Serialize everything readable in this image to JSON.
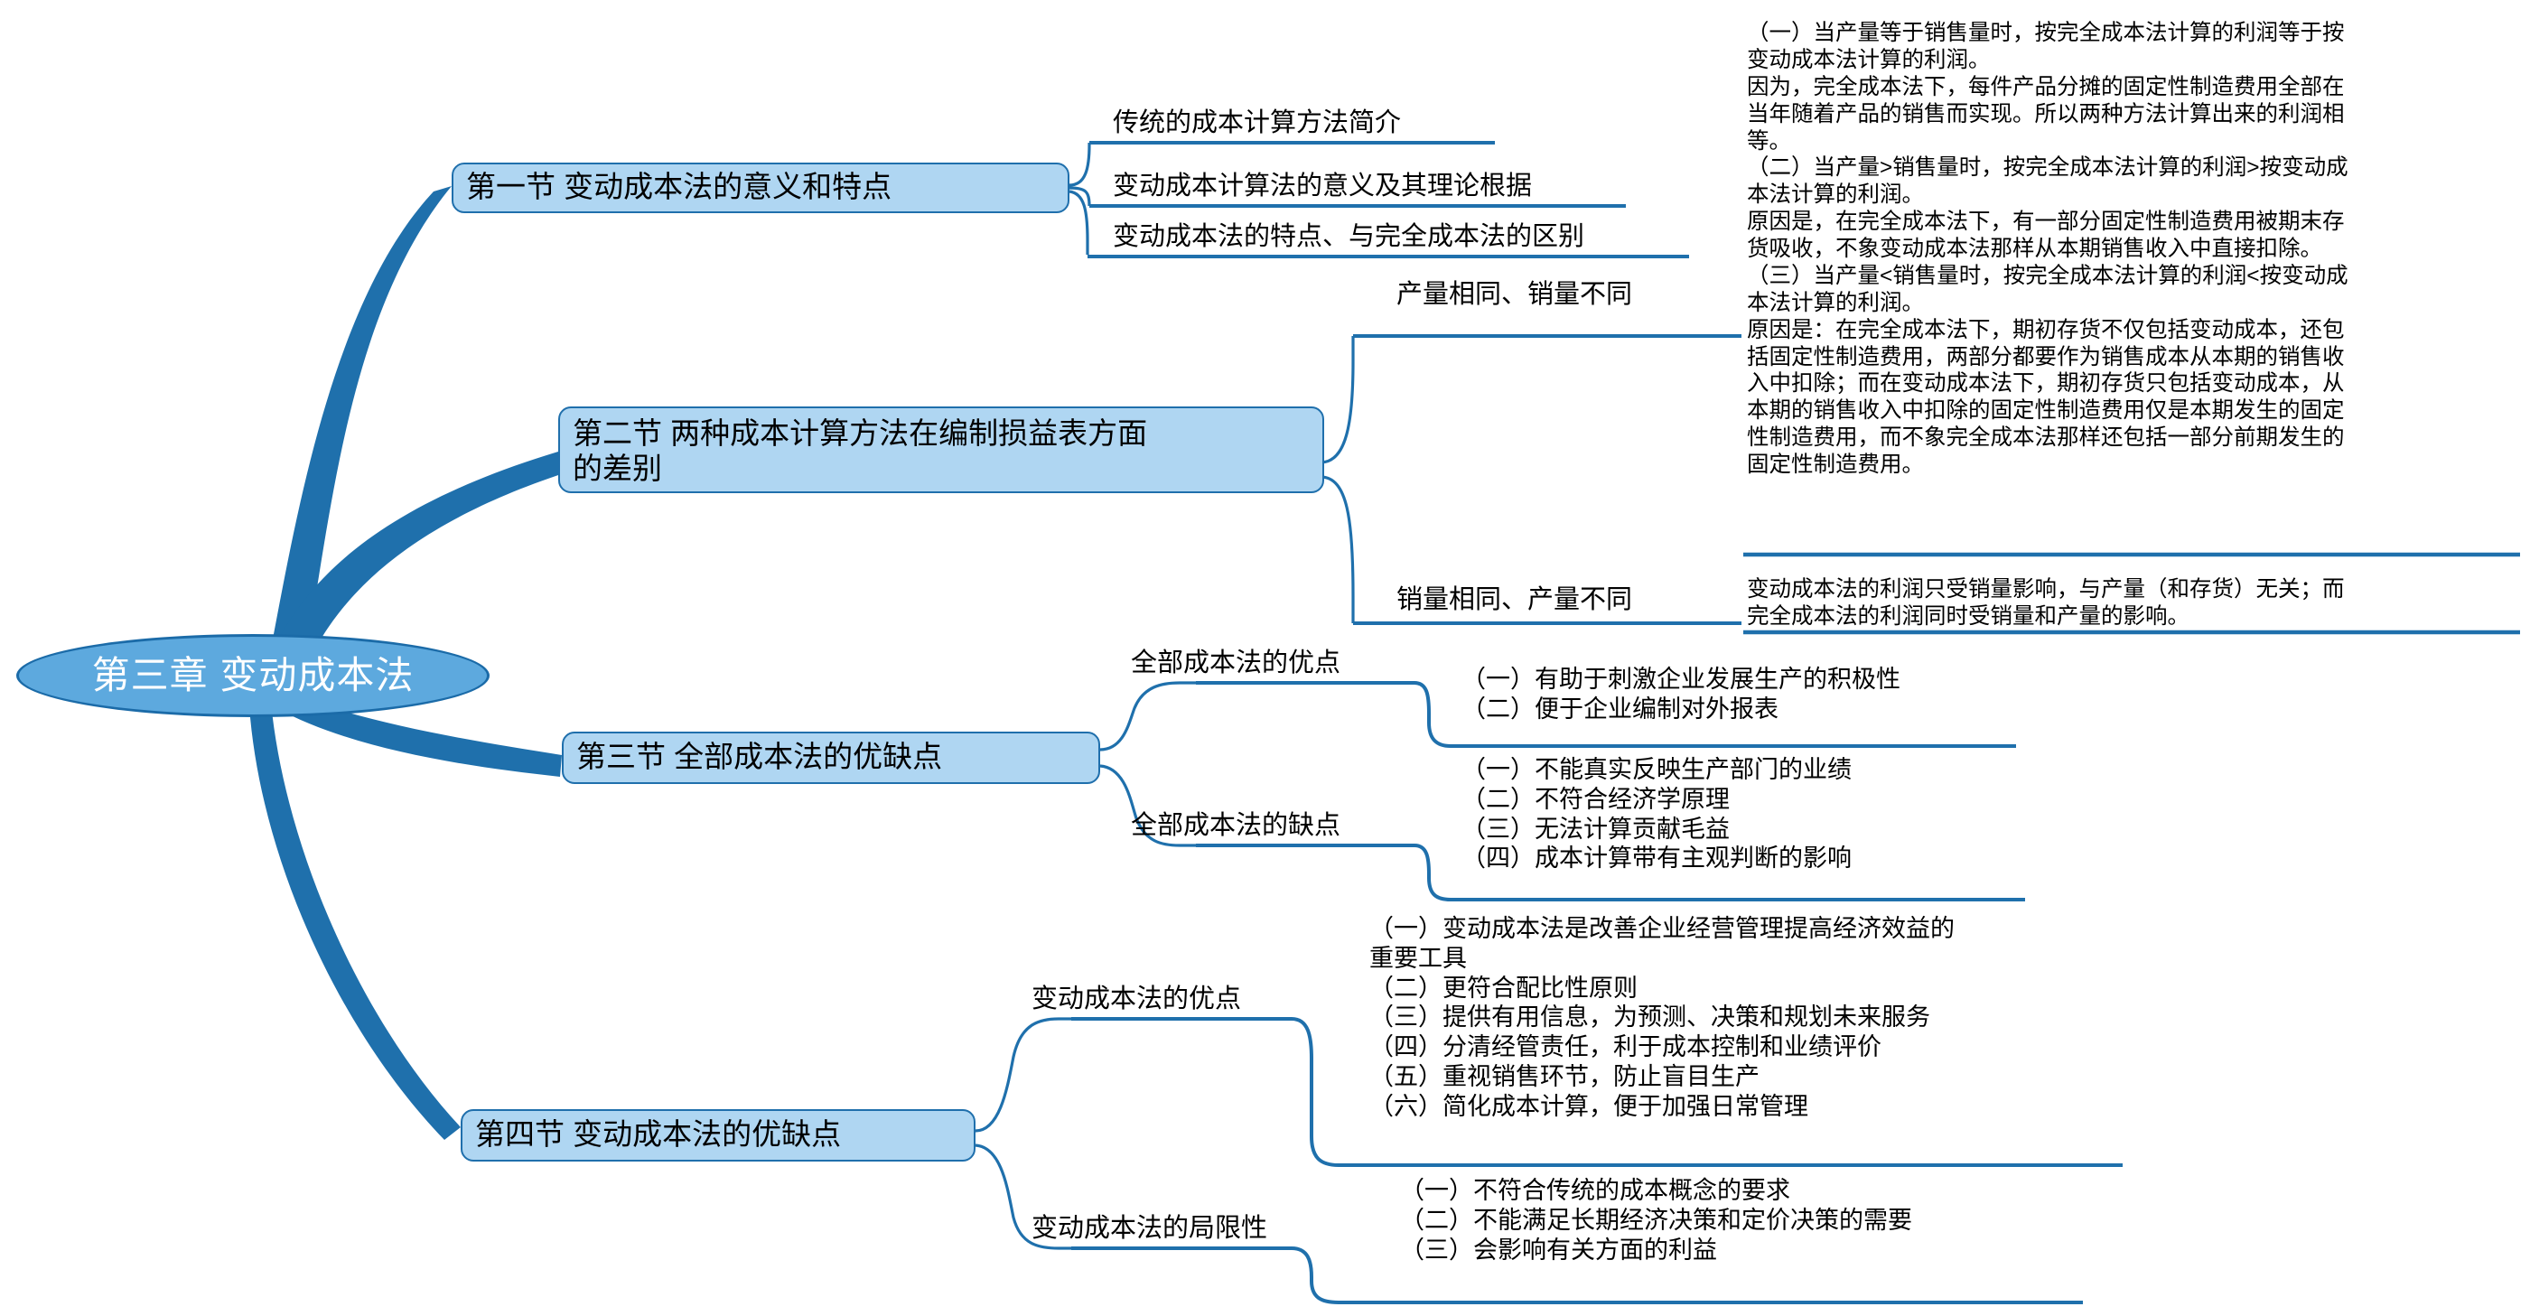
{
  "title": "第三章 变动成本法",
  "colors": {
    "root_fill": "#5DA9DE",
    "root_border": "#1B6BA8",
    "node_fill": "#AFD6F2",
    "node_border": "#1F6FAC",
    "branch": "#1F70AC",
    "text": "#000000",
    "root_text": "#FFFFFF"
  },
  "root": {
    "label": "第三章 变动成本法"
  },
  "sections": [
    {
      "id": "s1",
      "label": "第一节 变动成本法的意义和特点",
      "children": [
        {
          "label": "传统的成本计算方法简介",
          "detail": ""
        },
        {
          "label": "变动成本计算法的意义及其理论根据",
          "detail": ""
        },
        {
          "label": "变动成本法的特点、与完全成本法的区别",
          "detail": ""
        }
      ]
    },
    {
      "id": "s2",
      "label": "第二节 两种成本计算方法在编制损益表方面的差别",
      "label_line1": "第二节 两种成本计算方法在编制损益表方面",
      "label_line2": "的差别",
      "children": [
        {
          "label": "产量相同、销量不同",
          "detail": "（一）当产量等于销售量时，按完全成本法计算的利润等于按\n变动成本法计算的利润。\n因为，完全成本法下，每件产品分摊的固定性制造费用全部在\n当年随着产品的销售而实现。所以两种方法计算出来的利润相\n等。\n（二）当产量>销售量时，按完全成本法计算的利润>按变动成\n本法计算的利润。\n原因是，在完全成本法下，有一部分固定性制造费用被期末存\n货吸收，不象变动成本法那样从本期销售收入中直接扣除。\n（三）当产量<销售量时，按完全成本法计算的利润<按变动成\n本法计算的利润。\n原因是：在完全成本法下，期初存货不仅包括变动成本，还包\n括固定性制造费用，两部分都要作为销售成本从本期的销售收\n入中扣除；而在变动成本法下，期初存货只包括变动成本，从\n本期的销售收入中扣除的固定性制造费用仅是本期发生的固定\n性制造费用，而不象完全成本法那样还包括一部分前期发生的\n固定性制造费用。"
        },
        {
          "label": "销量相同、产量不同",
          "detail": "变动成本法的利润只受销量影响，与产量（和存货）无关；而\n完全成本法的利润同时受销量和产量的影响。"
        }
      ]
    },
    {
      "id": "s3",
      "label": "第三节 全部成本法的优缺点",
      "children": [
        {
          "label": "全部成本法的优点",
          "detail": "（一）有助于刺激企业发展生产的积极性\n（二）便于企业编制对外报表"
        },
        {
          "label": "全部成本法的缺点",
          "detail": "（一）不能真实反映生产部门的业绩\n（二）不符合经济学原理\n（三）无法计算贡献毛益\n（四）成本计算带有主观判断的影响"
        }
      ]
    },
    {
      "id": "s4",
      "label": "第四节 变动成本法的优缺点",
      "children": [
        {
          "label": "变动成本法的优点",
          "detail": "（一）变动成本法是改善企业经营管理提高经济效益的\n重要工具\n（二）更符合配比性原则\n（三）提供有用信息，为预测、决策和规划未来服务\n（四）分清经管责任，利于成本控制和业绩评价\n（五）重视销售环节，防止盲目生产\n（六）简化成本计算，便于加强日常管理"
        },
        {
          "label": "变动成本法的局限性",
          "detail": "（一）不符合传统的成本概念的要求\n（二）不能满足长期经济决策和定价决策的需要\n（三）会影响有关方面的利益"
        }
      ]
    }
  ]
}
